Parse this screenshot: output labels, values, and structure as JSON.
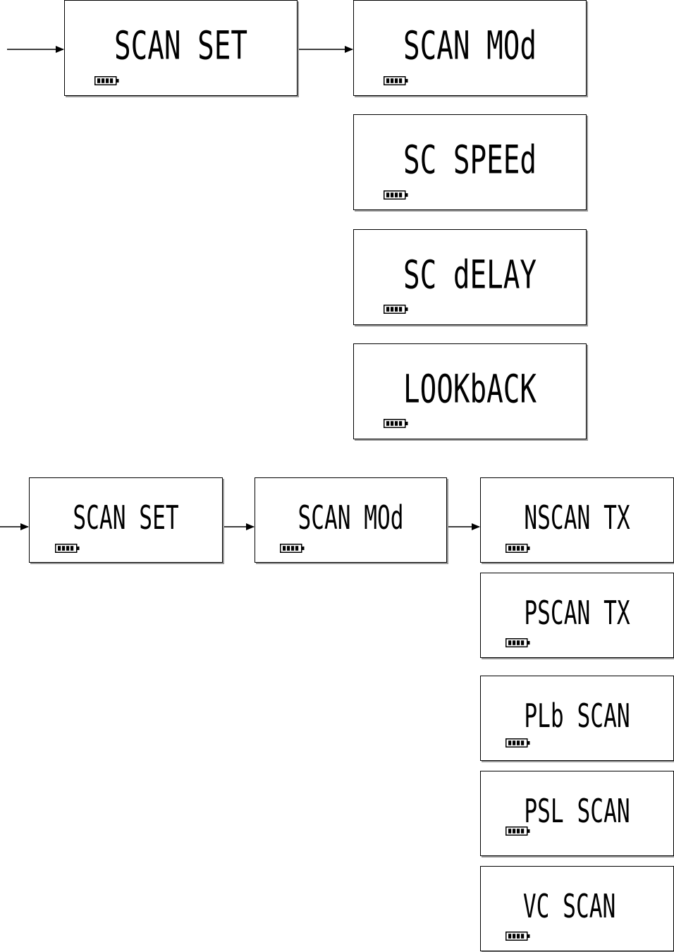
{
  "colors": {
    "ink": "#000000",
    "shadow": "#9a9a9a",
    "background": "#ffffff"
  },
  "icons": {
    "battery": "battery-full-icon"
  },
  "diagram1": {
    "root": {
      "text": "SCAN SET"
    },
    "items": [
      {
        "text": "SCAN MOd"
      },
      {
        "text": "SC SPEEd"
      },
      {
        "text": "SC dELAY"
      },
      {
        "text": "LOOKbACK"
      }
    ]
  },
  "diagram2": {
    "root": {
      "text": "SCAN SET"
    },
    "middle": {
      "text": "SCAN MOd"
    },
    "items": [
      {
        "text": "NSCAN TX"
      },
      {
        "text": "PSCAN TX"
      },
      {
        "text": "PLb SCAN"
      },
      {
        "text": "PSL SCAN"
      },
      {
        "text": "VC SCAN"
      }
    ]
  }
}
